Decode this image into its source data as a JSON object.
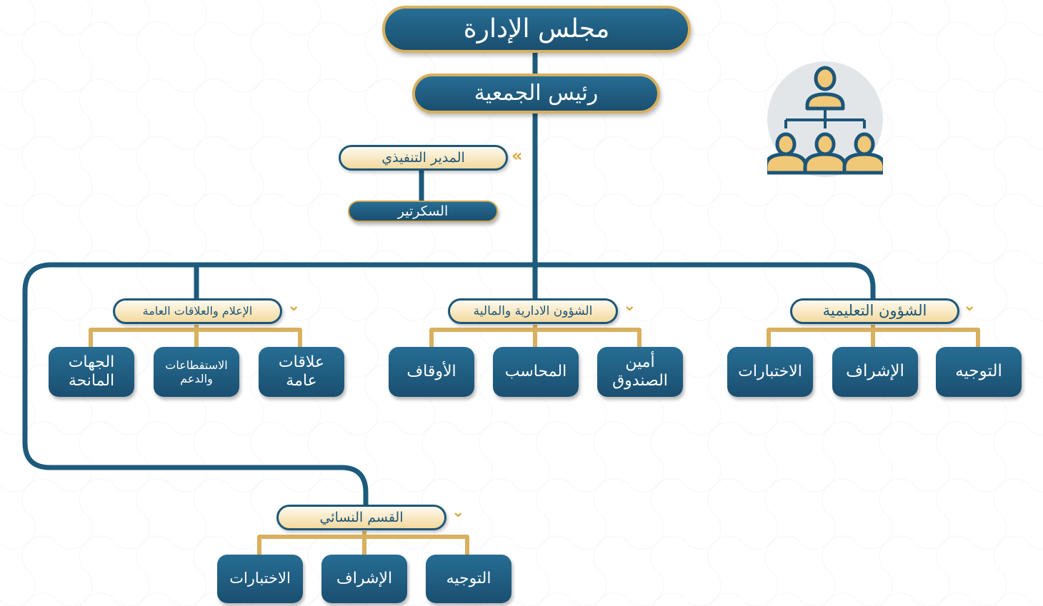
{
  "chart": {
    "board": "مجلس الإدارة",
    "president": "رئيس الجمعية",
    "executive_director": "المدير التنفيذي",
    "secretary": "السكرتير",
    "departments": {
      "educational": {
        "title": "الشؤون التعليمية",
        "units": [
          "التوجيه",
          "الإشراف",
          "الاختبارات"
        ]
      },
      "admin_finance": {
        "title": "الشؤون الادارية والمالية",
        "units": [
          "أمين الصندوق",
          "المحاسب",
          "الأوقاف"
        ]
      },
      "media_relations": {
        "title": "الإعلام والعلاقات العامة",
        "units": [
          "علاقات عامة",
          "الاستقطاعات والدعم",
          "الجهات المانحة"
        ]
      },
      "women": {
        "title": "القسم النسائي",
        "units": [
          "التوجيه",
          "الإشراف",
          "الاختبارات"
        ]
      }
    }
  },
  "colors": {
    "navy": "#1d5678",
    "gold": "#d9b05e",
    "chevron": "#d9a83d",
    "icon_bg": "#e3e6e9"
  },
  "icons": [
    "hierarchy-people-icon",
    "chevron-left-icon",
    "chevron-down-icon"
  ]
}
